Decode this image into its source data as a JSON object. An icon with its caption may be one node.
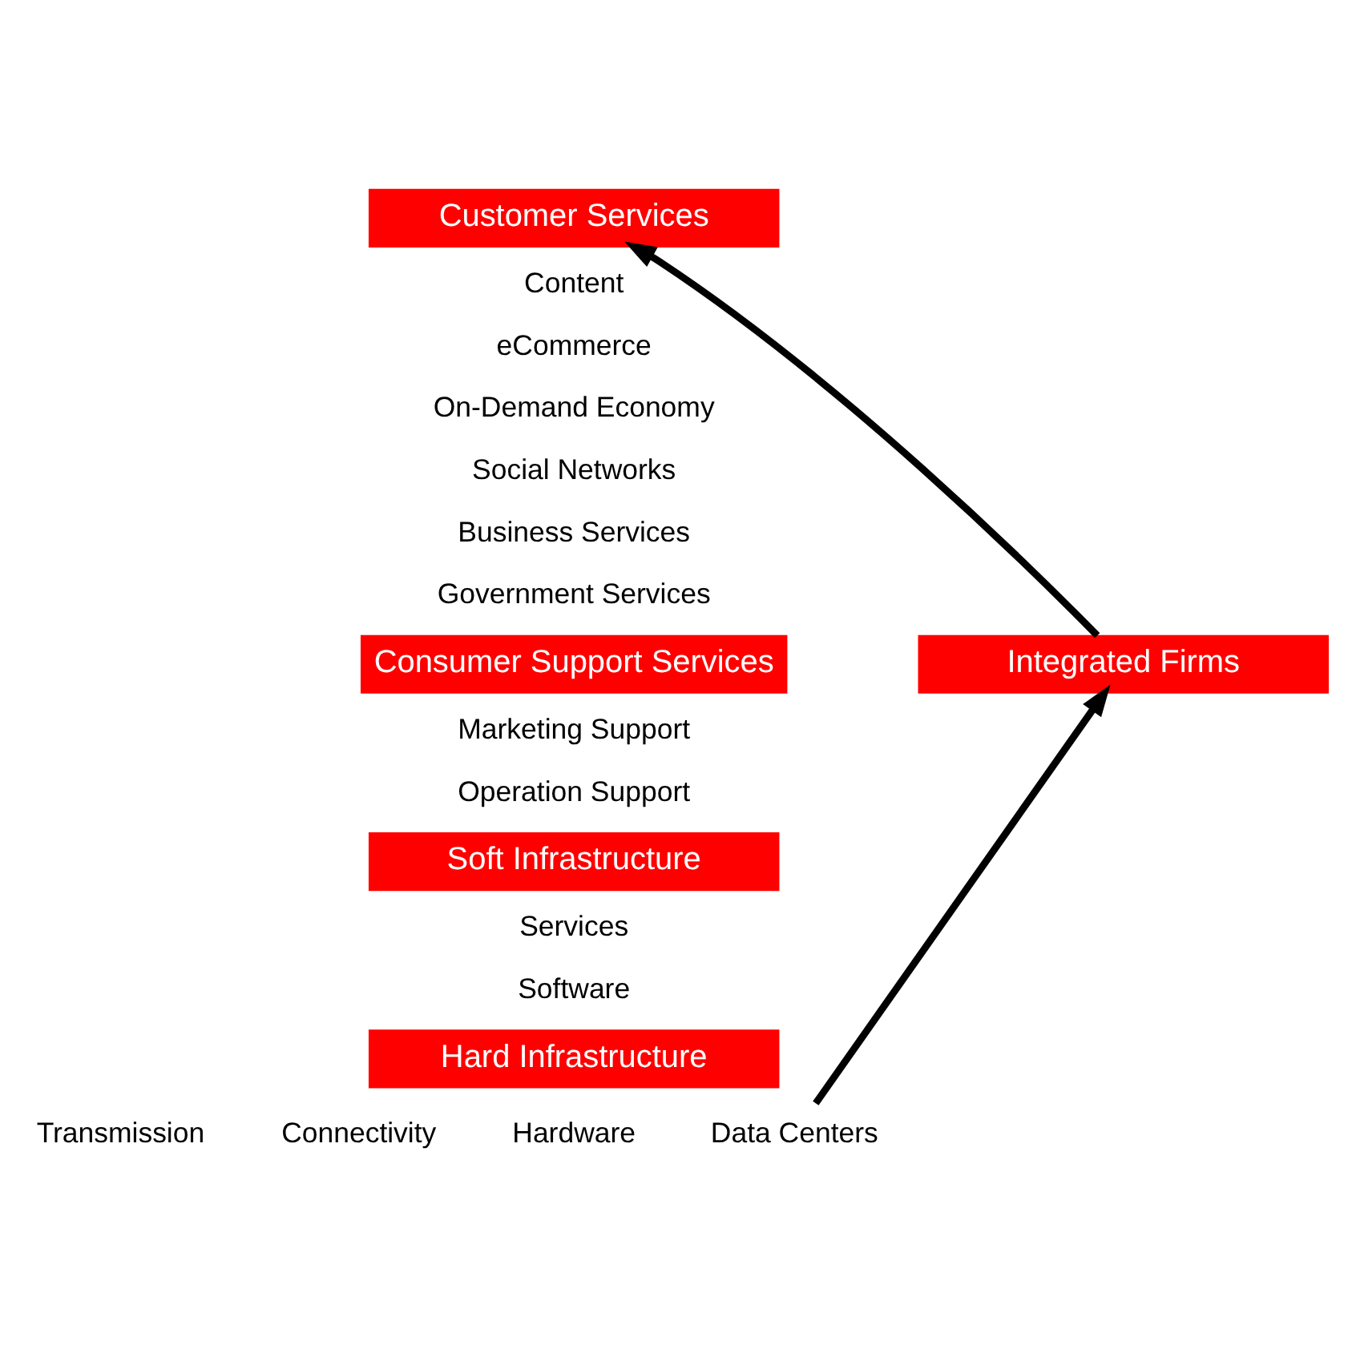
{
  "diagram": {
    "nodes": [
      {
        "text": [
          "Customer Services"
        ]
      },
      {
        "text": [
          "Consumer Support Services"
        ]
      },
      {
        "text": [
          "Integrated Firms"
        ]
      },
      {
        "text": [
          "Soft Infrastructure"
        ]
      },
      {
        "text": [
          "Hard Infrastructure"
        ]
      },
      {
        "text": [
          "Data Centers"
        ]
      }
    ],
    "edges": [
      {
        "from": 5,
        "to": 2,
        "arrow": "to"
      },
      {
        "from": 2,
        "to": 0,
        "arrow": "to"
      }
    ],
    "labels": [
      "Content",
      "eCommerce",
      "On-Demand Economy",
      "Social Networks",
      "Business Services",
      "Government Services",
      "Marketing Support",
      "Operation Support",
      "Services",
      "Software",
      "Transmission",
      "Connectivity",
      "Hardware"
    ]
  }
}
